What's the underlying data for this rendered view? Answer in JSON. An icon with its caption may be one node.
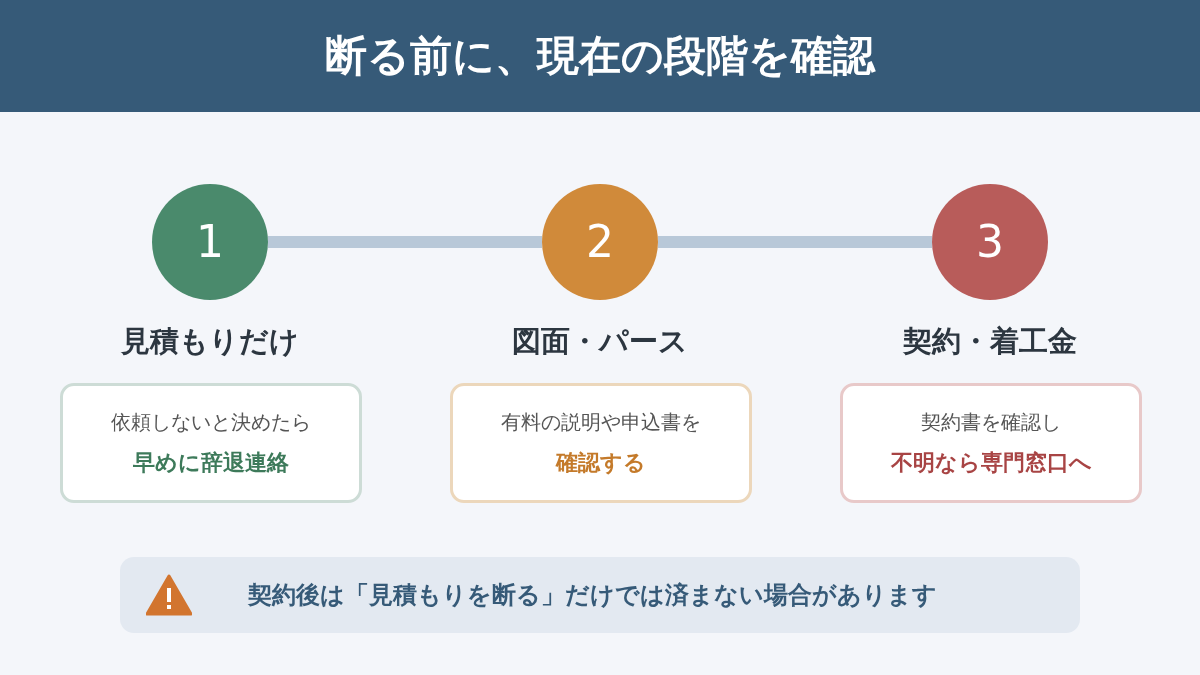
{
  "diagram": {
    "title": "断る前に、現在の段階を確認",
    "nodes": [
      {
        "text": [
          "1"
        ],
        "beside": [
          "見積もりだけ"
        ]
      },
      {
        "text": [
          "2"
        ],
        "beside": [
          "図面・パース"
        ]
      },
      {
        "text": [
          "3"
        ],
        "beside": [
          "契約・着工金"
        ]
      },
      {
        "text": [
          "依頼しないと決めたら",
          "早めに辞退連絡"
        ]
      },
      {
        "text": [
          "有料の説明や申込書を",
          "確認する"
        ]
      },
      {
        "text": [
          "契約書を確認し",
          "不明なら専門窓口へ"
        ]
      },
      {
        "text": [
          "契約後は「見積もりを断る」だけでは済まない場合があります"
        ]
      }
    ],
    "edges": [
      {
        "from": 0,
        "to": 1,
        "arrow": "none"
      },
      {
        "from": 1,
        "to": 2,
        "arrow": "none"
      }
    ]
  }
}
